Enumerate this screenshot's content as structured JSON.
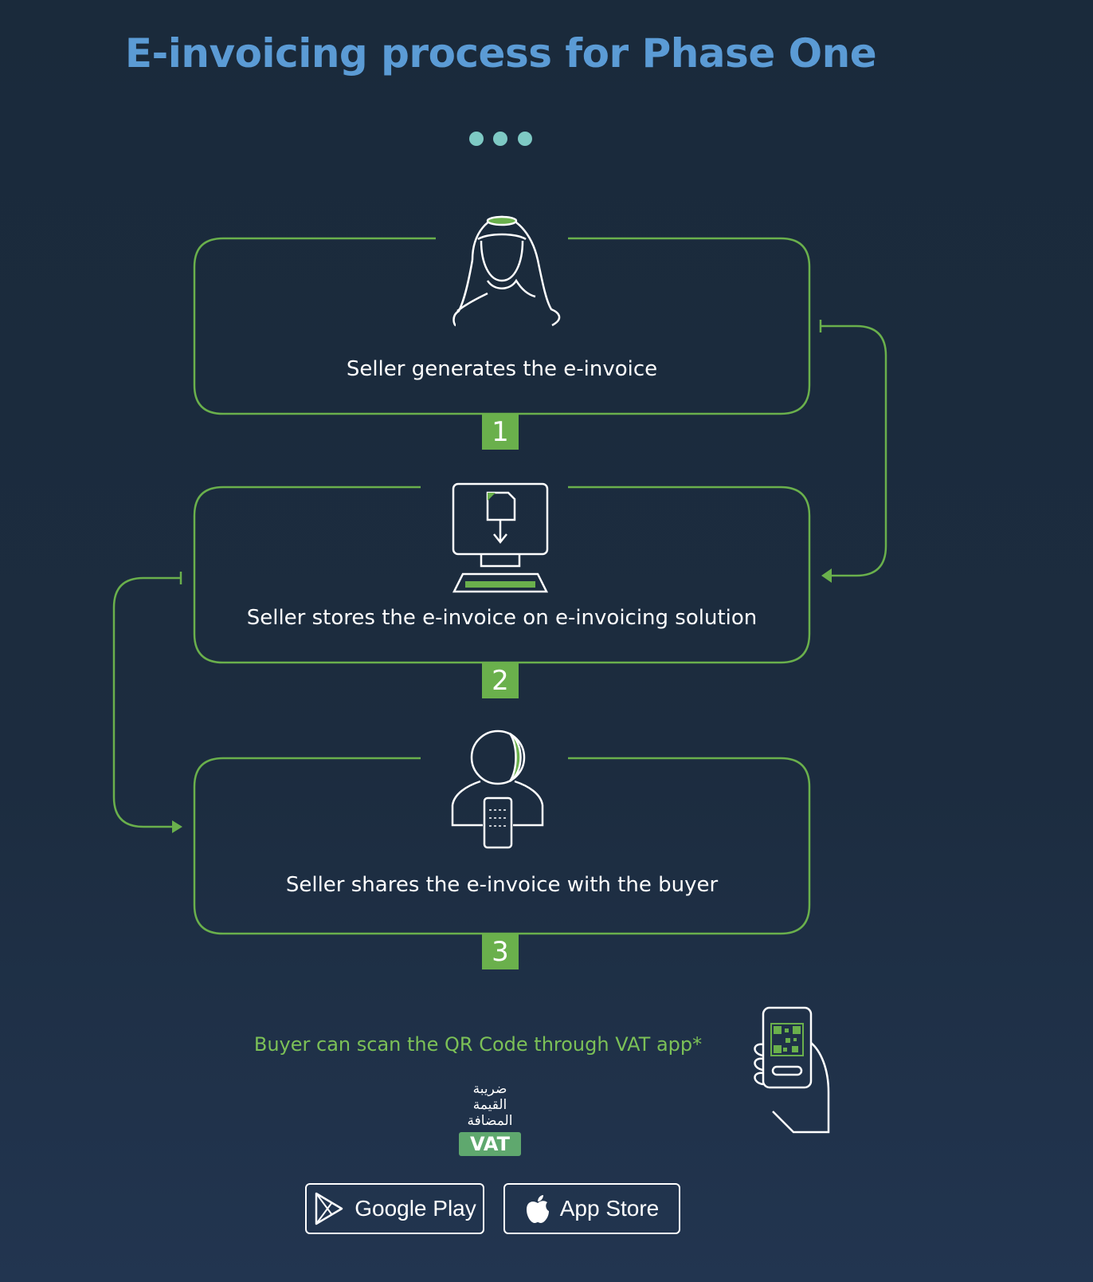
{
  "title": "E-invoicing process for Phase One",
  "steps": [
    {
      "number": "1",
      "label": "Seller generates the e-invoice",
      "icon": "seller-avatar-icon"
    },
    {
      "number": "2",
      "label": "Seller stores the e-invoice on e-invoicing solution",
      "icon": "computer-icon"
    },
    {
      "number": "3",
      "label": "Seller shares the e-invoice with the buyer",
      "icon": "person-with-phone-icon"
    }
  ],
  "qr": {
    "caption": "Buyer can scan the QR Code through VAT app*",
    "icon": "hand-phone-qr-icon"
  },
  "vat_logo": {
    "arabic_lines": [
      "ضريبة",
      "القيمة",
      "المضافة"
    ],
    "text": "VAT"
  },
  "stores": {
    "google_play": "Google Play",
    "app_store": "App Store"
  },
  "colors": {
    "background": "#1c2c3f",
    "title": "#5b9bd5",
    "accent_green": "#6ab04c",
    "dots": "#7ec9c4"
  }
}
